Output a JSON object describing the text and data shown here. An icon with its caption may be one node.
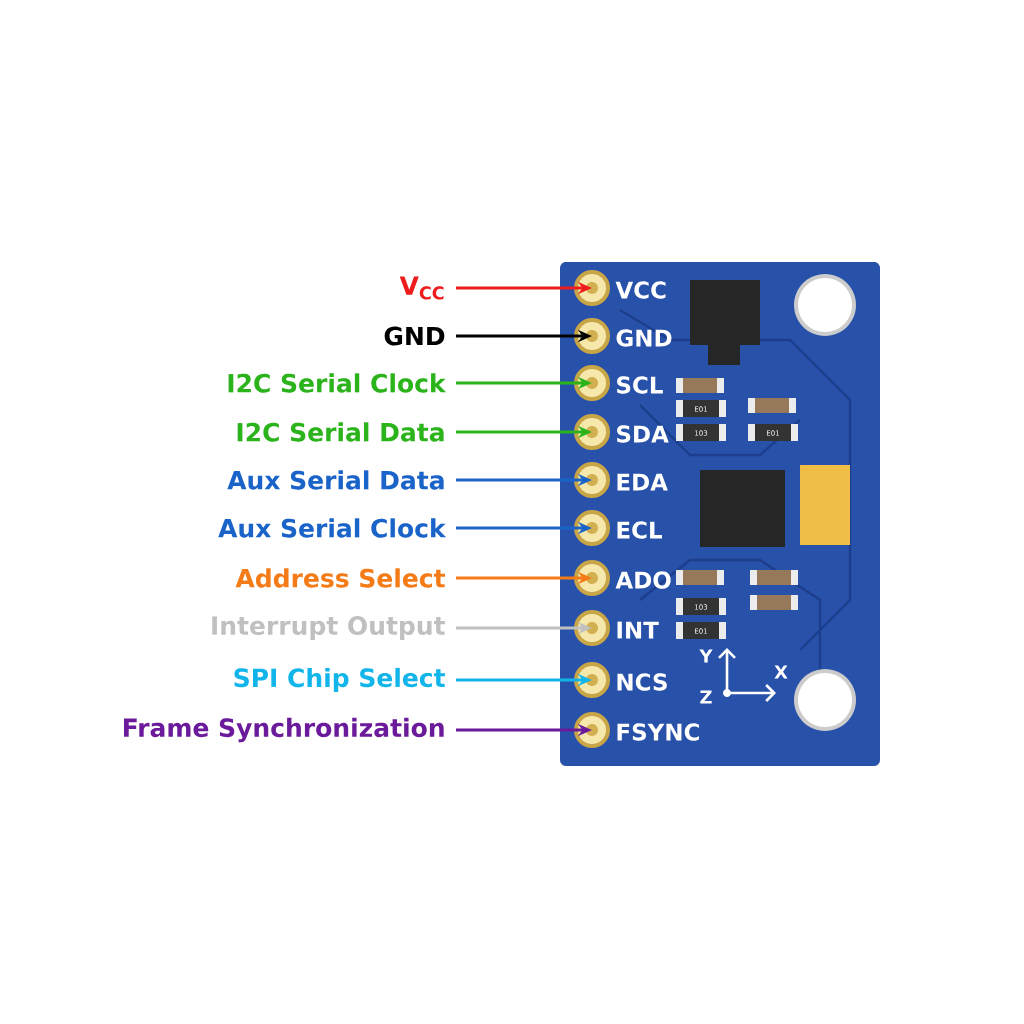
{
  "diagram": {
    "nodes": [
      {
        "text": [
          "V$_{CC}$"
        ]
      },
      {
        "text": [
          "GND"
        ]
      },
      {
        "text": [
          "I2C Serial Clock"
        ]
      },
      {
        "text": [
          "I2C Serial Data"
        ]
      },
      {
        "text": [
          "Aux Serial Data"
        ]
      },
      {
        "text": [
          "Aux Serial Clock"
        ]
      },
      {
        "text": [
          "Address Select"
        ]
      },
      {
        "text": [
          "Interrupt Output"
        ]
      },
      {
        "text": [
          "SPI Chip Select"
        ]
      },
      {
        "text": [
          "Frame Synchronization"
        ]
      },
      {
        "text": [],
        "shape": "circle"
      },
      {
        "text": [],
        "shape": "circle"
      },
      {
        "text": [],
        "shape": "circle"
      },
      {
        "text": [],
        "shape": "circle"
      },
      {
        "text": [],
        "shape": "circle"
      },
      {
        "text": [],
        "shape": "circle"
      },
      {
        "text": [],
        "shape": "circle"
      },
      {
        "text": [],
        "shape": "circle"
      },
      {
        "text": [],
        "shape": "circle"
      },
      {
        "text": [],
        "shape": "circle"
      }
    ],
    "edges": [
      {
        "from": 0,
        "to": 10,
        "arrow": "to",
        "color": "#ee1c1c"
      },
      {
        "from": 1,
        "to": 11,
        "arrow": "to",
        "color": "#000000"
      },
      {
        "from": 2,
        "to": 12,
        "arrow": "to",
        "color": "#2ab31a"
      },
      {
        "from": 3,
        "to": 13,
        "arrow": "to",
        "color": "#2ab31a"
      },
      {
        "from": 4,
        "to": 14,
        "arrow": "to",
        "color": "#1a63c9"
      },
      {
        "from": 5,
        "to": 15,
        "arrow": "to",
        "color": "#1a63c9"
      },
      {
        "from": 6,
        "to": 16,
        "arrow": "to",
        "color": "#f47b16"
      },
      {
        "from": 7,
        "to": 17,
        "arrow": "to",
        "color": "#c0c0c0"
      },
      {
        "from": 8,
        "to": 18,
        "arrow": "to",
        "color": "#12b5ea"
      },
      {
        "from": 9,
        "to": 19,
        "arrow": "to",
        "color": "#6a1a9a"
      }
    ],
    "labels": [
      "VCC",
      "GND",
      "SCL",
      "SDA",
      "EDA",
      "ECL",
      "ADO",
      "INT",
      "NCS",
      "FSYNC",
      "Y",
      "X",
      "Z",
      "E01",
      "103",
      "E01",
      "103",
      "E01"
    ]
  }
}
